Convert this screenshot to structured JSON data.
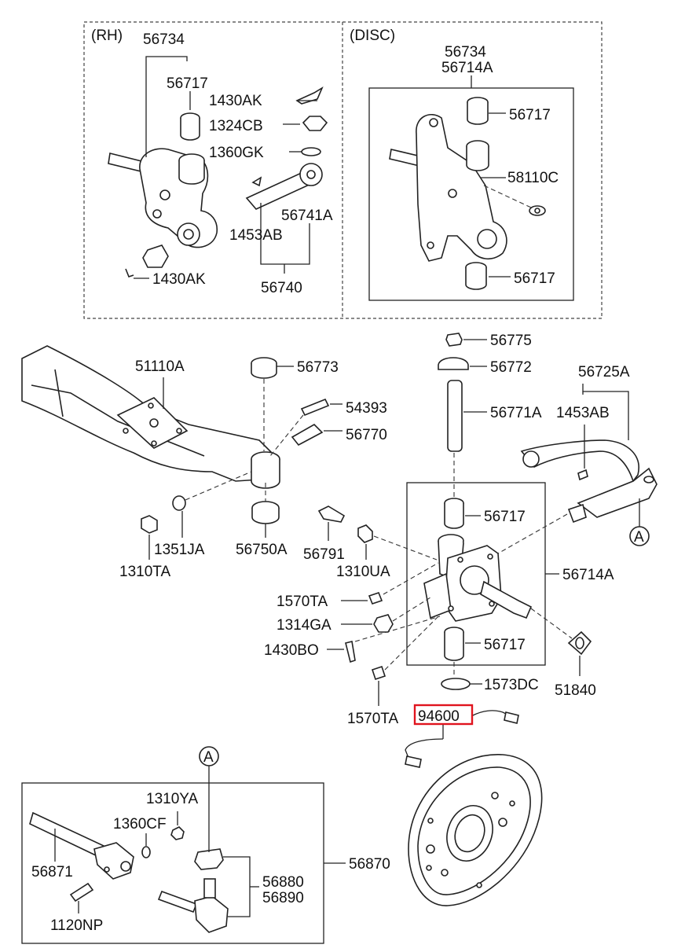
{
  "groups": {
    "rh": "(RH)",
    "disc": "(DISC)"
  },
  "circle_ref": "A",
  "labels": {
    "p56734_rh": "56734",
    "p56717_rh": "56717",
    "p1430AK_top": "1430AK",
    "p1324CB": "1324CB",
    "p1360GK": "1360GK",
    "p56741A": "56741A",
    "p1453AB_rh": "1453AB",
    "p1430AK_bottom": "1430AK",
    "p56740": "56740",
    "p56734_disc": "56734",
    "p56714A_disc": "56714A",
    "p56717_disc_top": "56717",
    "p58110C": "58110C",
    "p56717_disc_bottom": "56717",
    "p51110A": "51110A",
    "p56773": "56773",
    "p54393": "54393",
    "p56770": "56770",
    "p56775": "56775",
    "p56772": "56772",
    "p56771A": "56771A",
    "p56725A": "56725A",
    "p1453AB": "1453AB",
    "p56717_mid_top": "56717",
    "p56714A": "56714A",
    "p56791": "56791",
    "p1310UA": "1310UA",
    "p1310TA": "1310TA",
    "p1351JA": "1351JA",
    "p56750A": "56750A",
    "p1570TA_top": "1570TA",
    "p1314GA": "1314GA",
    "p1430BO": "1430BO",
    "p56717_mid_bottom": "56717",
    "p1573DC": "1573DC",
    "p51840": "51840",
    "p1570TA_bottom": "1570TA",
    "p94600": "94600",
    "p1310YA": "1310YA",
    "p1360CF": "1360CF",
    "p56871": "56871",
    "p56880": "56880",
    "p56890": "56890",
    "p56870": "56870",
    "p1120NP": "1120NP"
  },
  "highlight": {
    "part": "94600",
    "color": "#e0141e"
  }
}
